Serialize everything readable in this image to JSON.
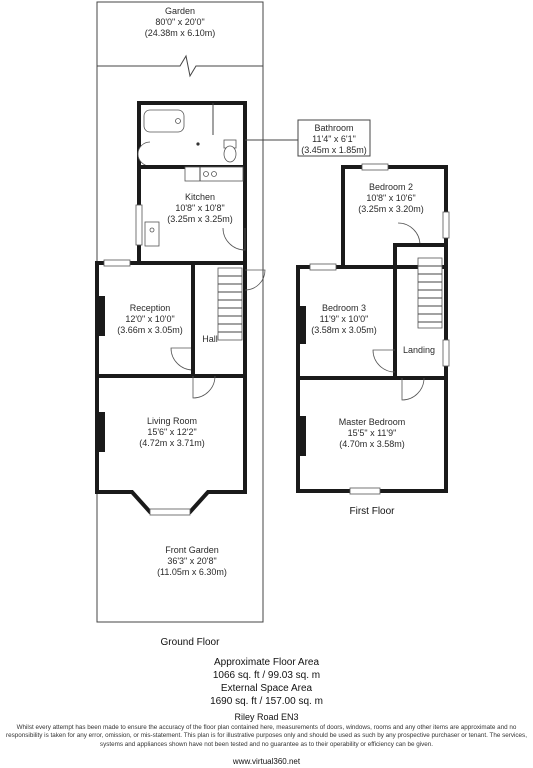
{
  "rooms": {
    "garden": {
      "name": "Garden",
      "size_imperial": "80'0\" x 20'0\"",
      "size_metric": "(24.38m x 6.10m)"
    },
    "bathroom": {
      "name": "Bathroom",
      "size_imperial": "11'4\" x 6'1\"",
      "size_metric": "(3.45m x 1.85m)"
    },
    "kitchen": {
      "name": "Kitchen",
      "size_imperial": "10'8\" x 10'8\"",
      "size_metric": "(3.25m x 3.25m)"
    },
    "reception": {
      "name": "Reception",
      "size_imperial": "12'0\" x 10'0\"",
      "size_metric": "(3.66m x 3.05m)"
    },
    "hall": {
      "name": "Hall"
    },
    "living_room": {
      "name": "Living Room",
      "size_imperial": "15'6\" x 12'2\"",
      "size_metric": "(4.72m x 3.71m)"
    },
    "front_garden": {
      "name": "Front Garden",
      "size_imperial": "36'3\" x 20'8\"",
      "size_metric": "(11.05m x 6.30m)"
    },
    "bedroom2": {
      "name": "Bedroom 2",
      "size_imperial": "10'8\" x 10'6\"",
      "size_metric": "(3.25m x 3.20m)"
    },
    "bedroom3": {
      "name": "Bedroom 3",
      "size_imperial": "11'9\" x 10'0\"",
      "size_metric": "(3.58m x 3.05m)"
    },
    "landing": {
      "name": "Landing"
    },
    "master_bedroom": {
      "name": "Master Bedroom",
      "size_imperial": "15'5\" x 11'9\"",
      "size_metric": "(4.70m x 3.58m)"
    }
  },
  "floors": {
    "ground": "Ground Floor",
    "first": "First Floor"
  },
  "summary": {
    "approx_title": "Approximate Floor Area",
    "approx_value": "1066 sq. ft / 99.03 sq. m",
    "external_title": "External Space Area",
    "external_value": "1690 sq. ft / 157.00 sq. m",
    "address": "Riley Road EN3",
    "disclaimer": "Whilst every attempt has been made to ensure the accuracy of the floor plan contained here, measurements of doors, windows, rooms and any other items are approximate and no responsibility is taken for any error, omission, or mis-statement. This plan is for illustrative purposes only and should be used as such by any prospective purchaser or tenant. The services, systems and appliances shown have not been tested and no guarantee as to their operability or efficiency can be given.",
    "website": "www.virtual360.net"
  }
}
